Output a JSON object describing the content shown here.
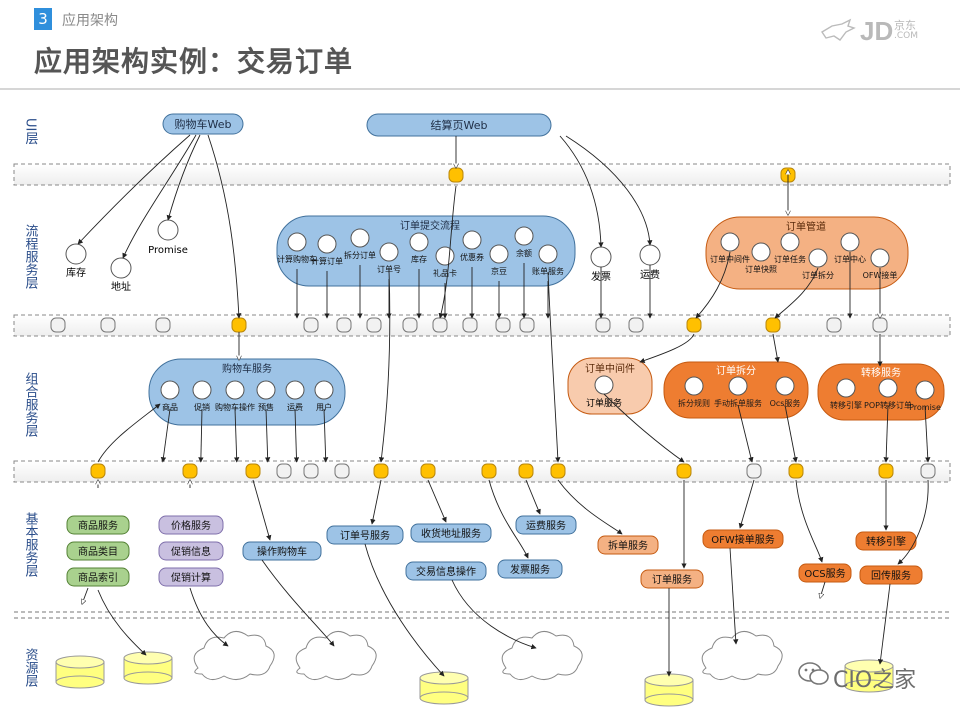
{
  "header": {
    "section_number": "3",
    "section_title": "应用架构",
    "main_title": "应用架构实例：交易订单"
  },
  "logo": {
    "brand": "JD",
    "cn": "京东",
    "com": ".COM"
  },
  "watermark": {
    "text": "CIO之家"
  },
  "layers": {
    "ui": "UI层",
    "flow": "流程服务层",
    "combo": "组合服务层",
    "base": "基本服务层",
    "resource": "资源层"
  },
  "ui_pages": {
    "cart_web": "购物车Web",
    "checkout_web": "结算页Web"
  },
  "flow": {
    "stock": "库存",
    "address": "地址",
    "promise": "Promise",
    "submit_group": {
      "title": "订单提交流程",
      "items": [
        "计算购物车",
        "计算订单",
        "拆分订单",
        "订单号",
        "库存",
        "礼品卡",
        "优惠券",
        "京豆",
        "余额",
        "账单服务"
      ]
    },
    "invoice": "发票",
    "freight": "运费",
    "pipeline_group": {
      "title": "订单管道",
      "items": [
        "订单中间件",
        "订单快照",
        "订单任务",
        "订单拆分",
        "订单中心",
        "OFW接单"
      ]
    }
  },
  "combo": {
    "cart_group": {
      "title": "购物车服务",
      "items": [
        "商品",
        "促销",
        "购物车操作",
        "预售",
        "运费",
        "用户"
      ]
    },
    "middleware_group": {
      "title": "订单中间件",
      "items": [
        "订单服务"
      ]
    },
    "split_group": {
      "title": "订单拆分",
      "items": [
        "拆分规则",
        "手动拆单服务",
        "Ocs服务"
      ]
    },
    "transfer_group": {
      "title": "转移服务",
      "items": [
        "转移引擎",
        "POP转移订单",
        "Promise"
      ]
    }
  },
  "base": {
    "green": [
      "商品服务",
      "商品类目",
      "商品索引"
    ],
    "purple": [
      "价格服务",
      "促销信息",
      "促销计算"
    ],
    "blue": [
      "操作购物车",
      "订单号服务",
      "收货地址服务",
      "交易信息操作",
      "运费服务",
      "发票服务"
    ],
    "peach": [
      "拆单服务",
      "订单服务"
    ],
    "orange": [
      "OFW接单服务",
      "OCS服务",
      "转移引擎",
      "回传服务"
    ]
  },
  "colors": {
    "blue_fill": "#9dc3e6",
    "blue_stroke": "#41719c",
    "orange_fill": "#f4b183",
    "orange_dark": "#ee7d31",
    "orange_stroke": "#c55a11",
    "green": "#a9d18e",
    "purple": "#c9c0e0",
    "gold": "#ffc000",
    "db": "#ffff80"
  }
}
